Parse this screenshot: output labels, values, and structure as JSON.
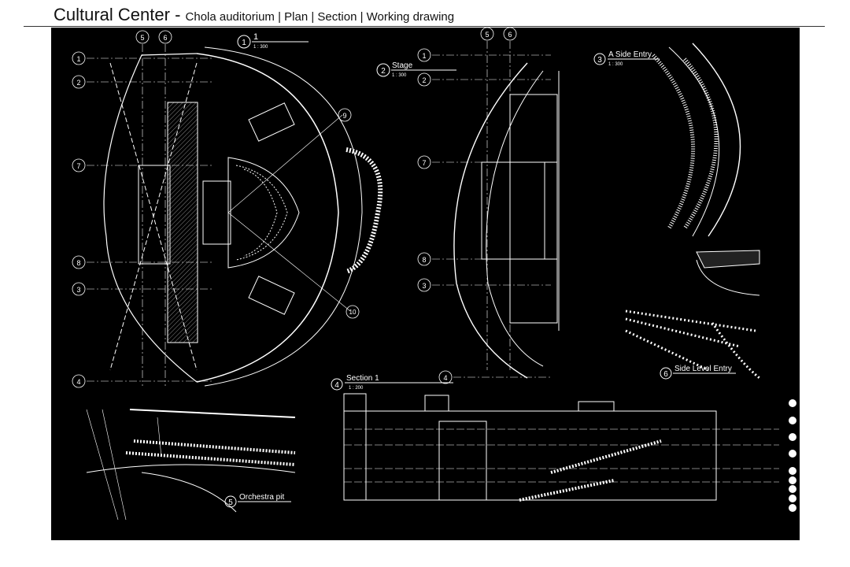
{
  "header": {
    "title": "Cultural Center",
    "separator": " - ",
    "subtitle": "Chola auditorium | Plan | Section | Working drawing"
  },
  "drawings": {
    "plan": {
      "number": "1",
      "title": "1",
      "scale": "1 : 300"
    },
    "stage": {
      "number": "2",
      "title": "Stage",
      "scale": "1 : 300"
    },
    "side_entry": {
      "number": "3",
      "title": "A Side Entry",
      "scale": "1 : 300"
    },
    "section": {
      "number": "4",
      "title": "Section 1",
      "scale": "1 : 200"
    },
    "orchestra": {
      "number": "5",
      "title": "Orchestra pit"
    },
    "side_level": {
      "number": "6",
      "title": "Side Level Entry"
    }
  },
  "grid": {
    "plan_rows": [
      "1",
      "2",
      "7",
      "8",
      "3",
      "4"
    ],
    "plan_cols": [
      "5",
      "6"
    ],
    "plan_extra": [
      "9",
      "10"
    ],
    "stage_rows": [
      "1",
      "2",
      "7",
      "8",
      "3",
      "4"
    ],
    "stage_cols": [
      "5",
      "6"
    ]
  },
  "colors": {
    "sheet": "#000000",
    "line": "#ffffff",
    "border": "#333333"
  }
}
